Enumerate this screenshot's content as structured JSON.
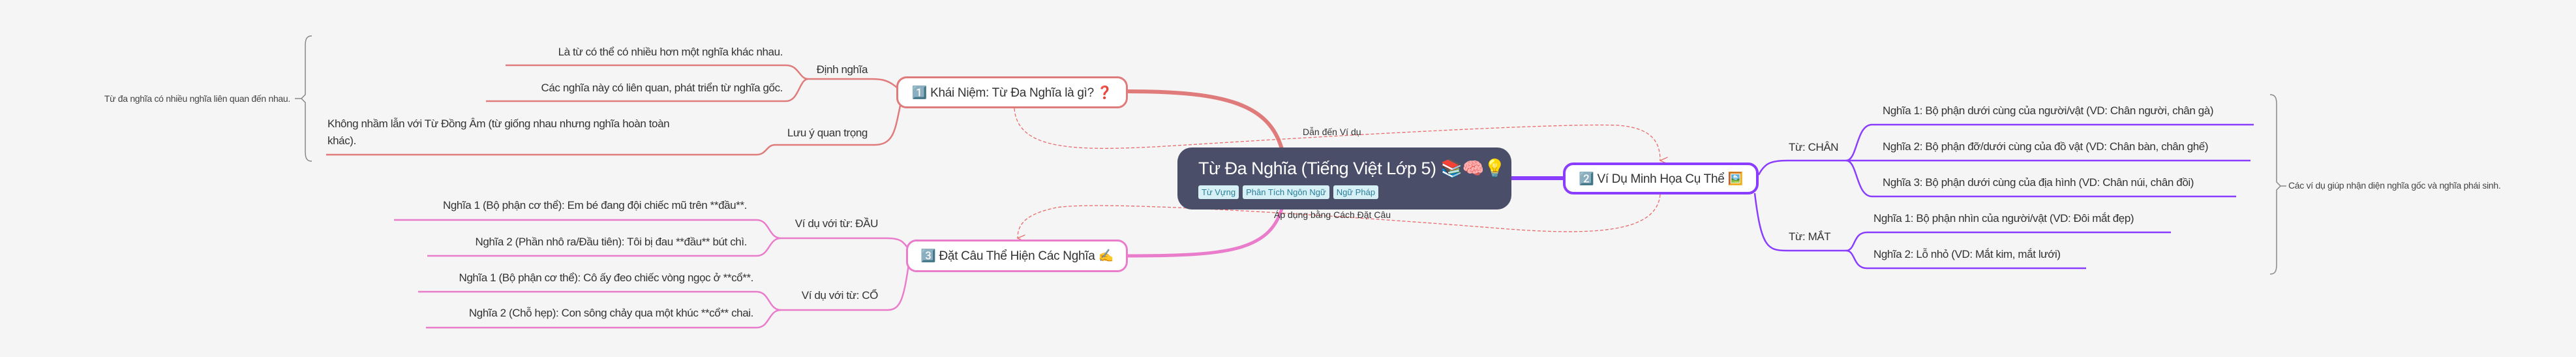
{
  "root": {
    "title": "Từ Đa Nghĩa (Tiếng Việt Lớp 5) 📚🧠💡",
    "tags": [
      "Từ Vựng",
      "Phân Tích Ngôn Ngữ",
      "Ngữ Pháp"
    ]
  },
  "branch1": {
    "title": "1️⃣ Khái Niệm: Từ Đa Nghĩa là gì? ❓",
    "color": "#e07b7b",
    "groups": [
      {
        "label": "Định nghĩa",
        "items": [
          "Là từ có thể có nhiều hơn một nghĩa khác nhau.",
          "Các nghĩa này có liên quan, phát triển từ nghĩa gốc."
        ]
      },
      {
        "label": "Lưu ý quan trọng",
        "items": [
          "Không nhầm lẫn với Từ Đồng Âm (từ giống nhau nhưng nghĩa hoàn toàn",
          "khác)."
        ]
      }
    ],
    "summary": "Từ đa nghĩa có nhiều nghĩa liên quan đến nhau."
  },
  "branch2": {
    "title": "2️⃣ Ví Dụ Minh Họa Cụ Thể 🖼️",
    "color": "#8b3dff",
    "groups": [
      {
        "label": "Từ: CHÂN",
        "items": [
          "Nghĩa 1: Bộ phận dưới cùng của người/vật (VD: Chân người, chân gà)",
          "Nghĩa 2: Bộ phận đỡ/dưới cùng của đồ vật (VD: Chân bàn, chân ghế)",
          "Nghĩa 3: Bộ phận dưới cùng của địa hình (VD: Chân núi, chân đồi)"
        ]
      },
      {
        "label": "Từ: MẮT",
        "items": [
          "Nghĩa 1: Bộ phận nhìn của người/vật (VD: Đôi mắt đẹp)",
          "Nghĩa 2: Lỗ nhỏ (VD: Mắt kim, mắt lưới)"
        ]
      }
    ],
    "summary": "Các ví dụ giúp nhận diện nghĩa gốc và nghĩa phái sinh."
  },
  "branch3": {
    "title": "3️⃣ Đặt Câu Thể Hiện Các Nghĩa ✍️",
    "color": "#ea7ccc",
    "groups": [
      {
        "label": "Ví dụ với từ: ĐẦU",
        "items": [
          "Nghĩa 1 (Bộ phận cơ thể): Em bé đang đội chiếc mũ trên **đầu**.",
          "Nghĩa 2 (Phần nhô ra/Đầu tiên): Tôi bị đau **đầu** bút chì."
        ]
      },
      {
        "label": "Ví dụ với từ: CỔ",
        "items": [
          "Nghĩa 1 (Bộ phận cơ thể): Cô ấy đeo chiếc vòng ngọc ở **cổ**.",
          "Nghĩa 2 (Chỗ hẹp): Con sông chảy qua một khúc **cổ** chai."
        ]
      }
    ]
  },
  "relations": [
    "Dẫn đến Ví dụ",
    "Áp dụng bằng Cách Đặt Câu"
  ]
}
